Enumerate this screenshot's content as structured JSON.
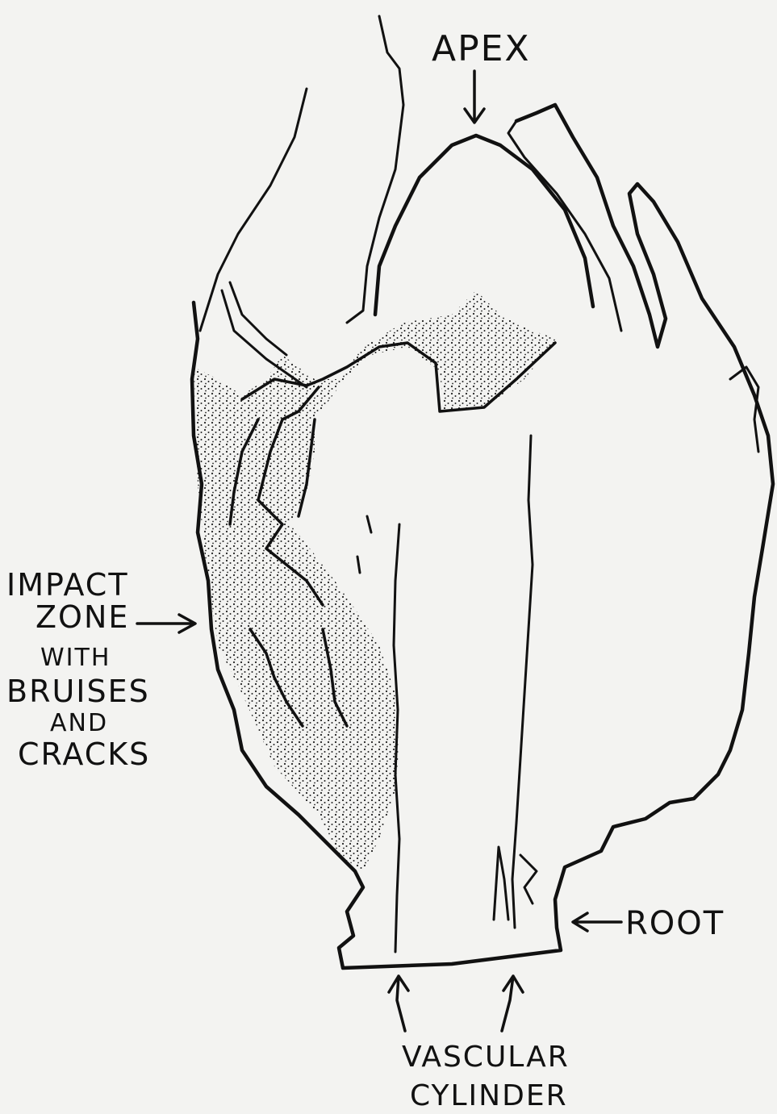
{
  "labels": {
    "apex": "APEX",
    "impact_zone_line1": "IMPACT",
    "impact_zone_line2": "ZONE",
    "impact_zone_line3": "WITH",
    "impact_zone_line4": "BRUISES",
    "impact_zone_line5": "AND",
    "impact_zone_line6": "CRACKS",
    "root": "ROOT",
    "vascular_line1": "VASCULAR",
    "vascular_line2": "CYLINDER"
  }
}
